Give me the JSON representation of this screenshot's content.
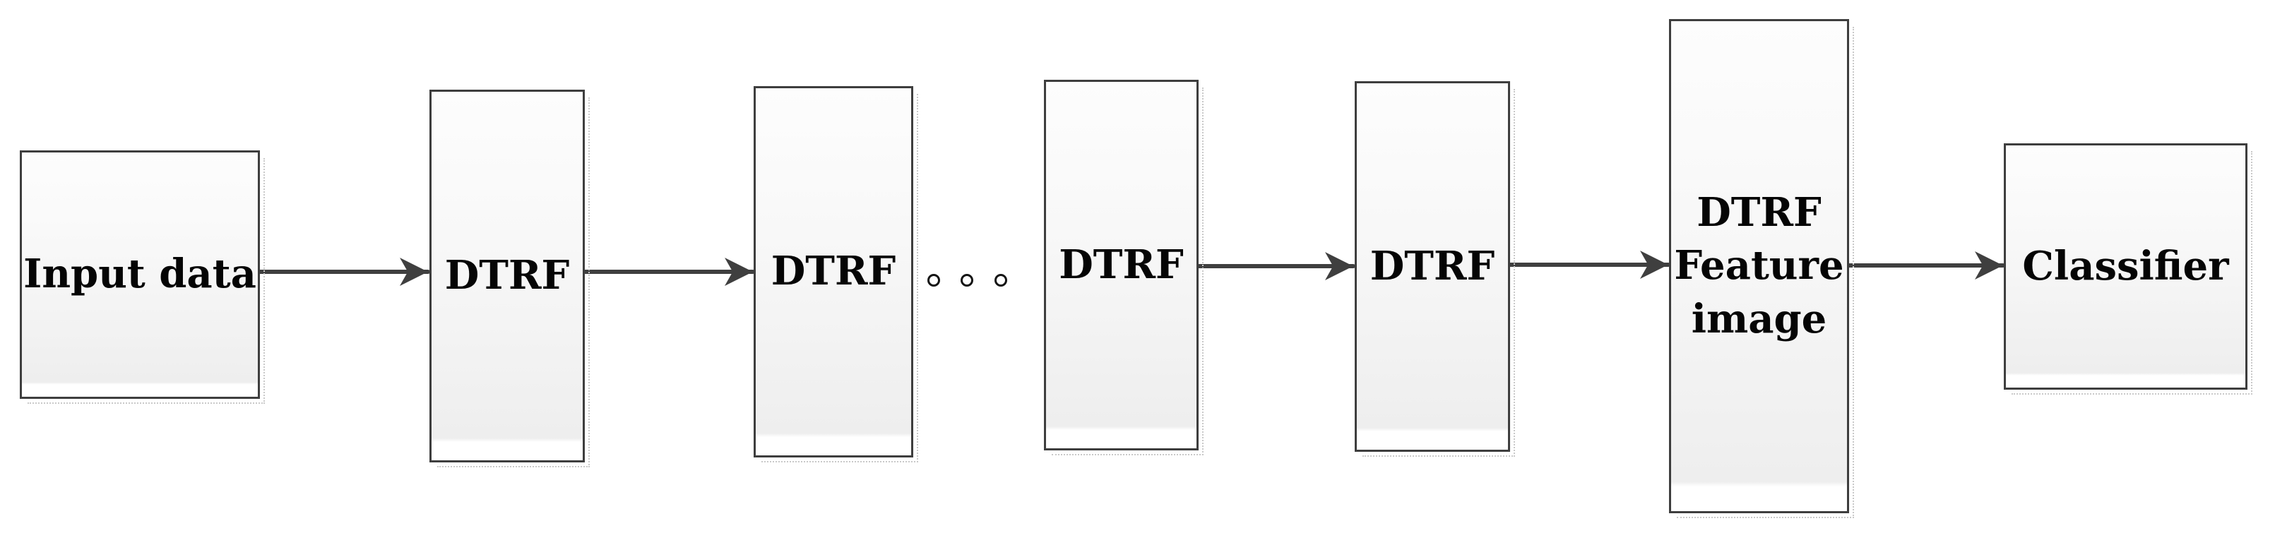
{
  "diagram": {
    "type": "flowchart",
    "description": "Left-to-right pipeline of boxes connected by arrows",
    "nodes": [
      {
        "id": "input",
        "label": "Input data"
      },
      {
        "id": "dtrf1",
        "label": "DTRF"
      },
      {
        "id": "dtrf2",
        "label": "DTRF"
      },
      {
        "id": "dtrf3",
        "label": "DTRF"
      },
      {
        "id": "dtrf4",
        "label": "DTRF"
      },
      {
        "id": "feature",
        "lines": [
          "DTRF",
          "Feature",
          "image"
        ]
      },
      {
        "id": "classifier",
        "label": "Classifier"
      }
    ],
    "edges": [
      {
        "from": "input",
        "to": "dtrf1",
        "style": "arrow"
      },
      {
        "from": "dtrf1",
        "to": "dtrf2",
        "style": "arrow"
      },
      {
        "from": "dtrf2",
        "to": "dtrf3",
        "style": "ellipsis-dots"
      },
      {
        "from": "dtrf3",
        "to": "dtrf4",
        "style": "arrow"
      },
      {
        "from": "dtrf4",
        "to": "feature",
        "style": "arrow"
      },
      {
        "from": "feature",
        "to": "classifier",
        "style": "arrow"
      }
    ],
    "ellipsis": {
      "dot_count": 3,
      "between": [
        "dtrf2",
        "dtrf3"
      ]
    },
    "colors": {
      "box_border": "#3e3e3e",
      "arrow": "#3f3f3f",
      "box_fill_top": "#fdfdfd",
      "box_fill_bottom": "#eeeeee",
      "shadow_dots": "#c9c9c9",
      "text": "#050505",
      "background": "#ffffff"
    }
  }
}
